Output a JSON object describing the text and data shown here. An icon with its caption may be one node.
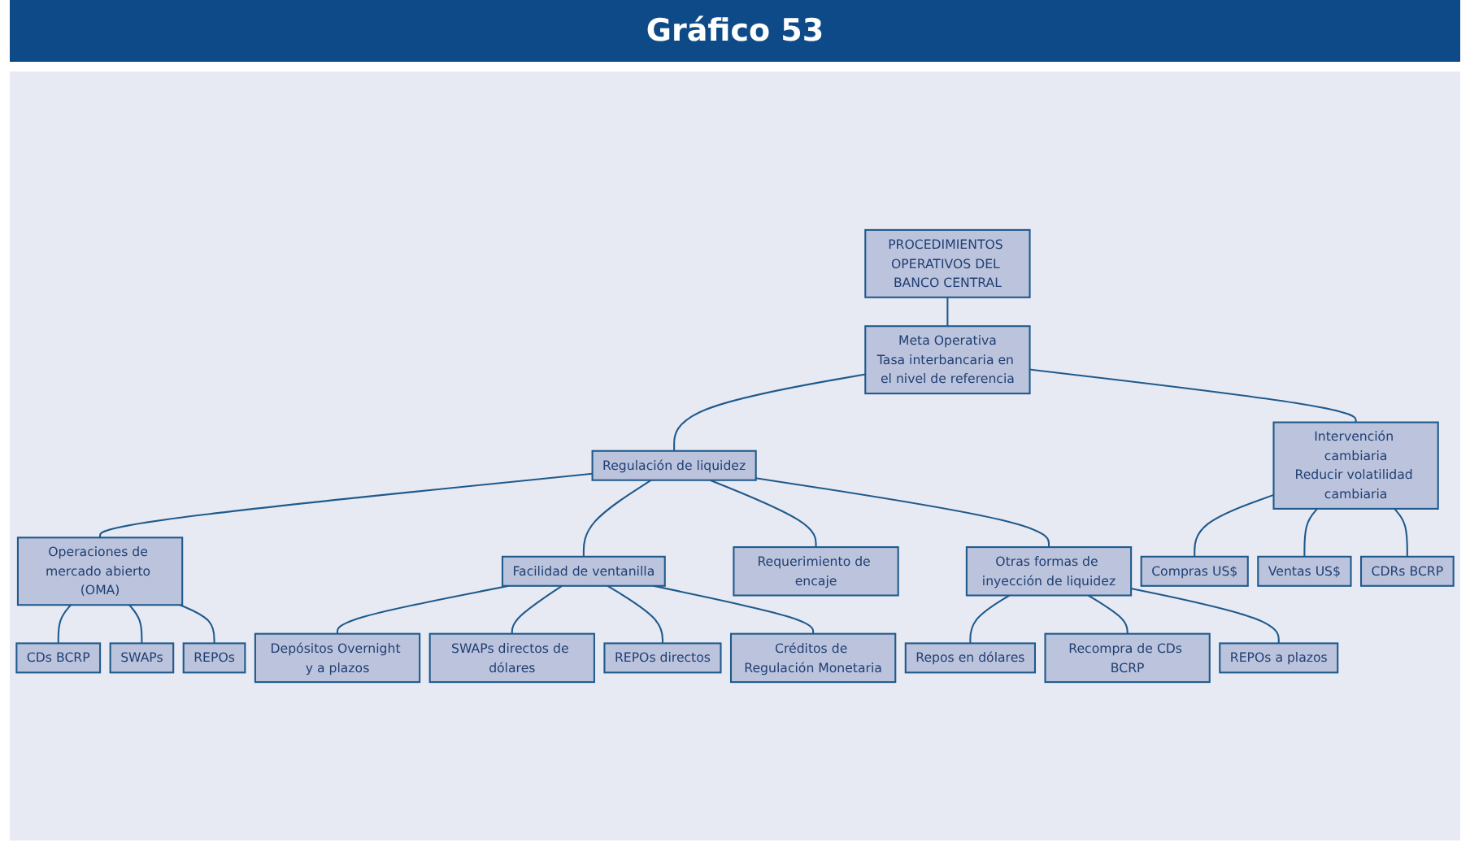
{
  "diagram": {
    "title": "Gráfico 53",
    "nodes": [
      {
        "text": [
          "PROCEDIMIENTOS OPERATIVOS DEL BANCO CENTRAL"
        ]
      },
      {
        "text": [
          "Meta Operativa",
          "Tasa interbancaria en el nivel de referencia"
        ]
      },
      {
        "text": [
          "Regulación de liquidez"
        ]
      },
      {
        "text": [
          "Intervención cambiaria",
          "Reducir volatilidad cambiaria"
        ]
      },
      {
        "text": [
          "Operaciones de mercado abierto (OMA)"
        ]
      },
      {
        "text": [
          "CDs BCRP"
        ]
      },
      {
        "text": [
          "SWAPs"
        ]
      },
      {
        "text": [
          "REPOs"
        ]
      },
      {
        "text": [
          "Facilidad de ventanilla"
        ]
      },
      {
        "text": [
          "Depósitos Overnight y a plazos"
        ]
      },
      {
        "text": [
          "SWAPs directos de dólares"
        ]
      },
      {
        "text": [
          "REPOs directos"
        ]
      },
      {
        "text": [
          "Créditos de Regulación Monetaria"
        ]
      },
      {
        "text": [
          "Requerimiento de encaje"
        ]
      },
      {
        "text": [
          "Otras formas de inyección de liquidez"
        ]
      },
      {
        "text": [
          "Repos en dólares"
        ]
      },
      {
        "text": [
          "Recompra de CDs BCRP"
        ]
      },
      {
        "text": [
          "REPOs a plazos"
        ]
      },
      {
        "text": [
          "Compras US$"
        ]
      },
      {
        "text": [
          "Ventas US$"
        ]
      },
      {
        "text": [
          "CDRs BCRP"
        ]
      }
    ],
    "edges": [
      {
        "from": 0,
        "to": 1,
        "arrow": "none"
      },
      {
        "from": 1,
        "to": 2,
        "arrow": "none"
      },
      {
        "from": 1,
        "to": 3,
        "arrow": "none"
      },
      {
        "from": 2,
        "to": 4,
        "arrow": "none"
      },
      {
        "from": 2,
        "to": 8,
        "arrow": "none"
      },
      {
        "from": 2,
        "to": 13,
        "arrow": "none"
      },
      {
        "from": 2,
        "to": 14,
        "arrow": "none"
      },
      {
        "from": 4,
        "to": 5,
        "arrow": "none"
      },
      {
        "from": 4,
        "to": 6,
        "arrow": "none"
      },
      {
        "from": 4,
        "to": 7,
        "arrow": "none"
      },
      {
        "from": 8,
        "to": 9,
        "arrow": "none"
      },
      {
        "from": 8,
        "to": 10,
        "arrow": "none"
      },
      {
        "from": 8,
        "to": 11,
        "arrow": "none"
      },
      {
        "from": 8,
        "to": 12,
        "arrow": "none"
      },
      {
        "from": 14,
        "to": 15,
        "arrow": "none"
      },
      {
        "from": 14,
        "to": 16,
        "arrow": "none"
      },
      {
        "from": 14,
        "to": 17,
        "arrow": "none"
      },
      {
        "from": 3,
        "to": 18,
        "arrow": "none"
      },
      {
        "from": 3,
        "to": 19,
        "arrow": "none"
      },
      {
        "from": 3,
        "to": 20,
        "arrow": "none"
      }
    ]
  }
}
